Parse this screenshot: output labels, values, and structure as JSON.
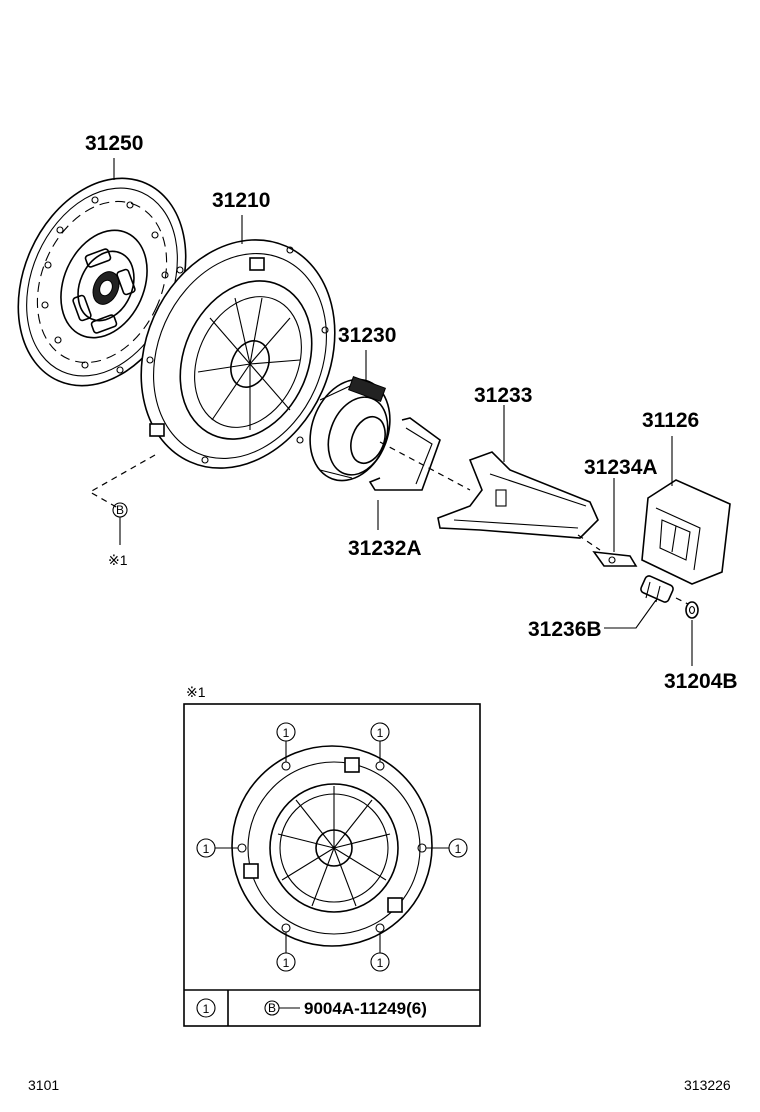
{
  "labels": {
    "clutch_disc": "31250",
    "clutch_cover": "31210",
    "release_bearing": "31230",
    "bearing_clip": "31232A",
    "release_fork": "31233",
    "fork_support": "31234A",
    "bearing_retainer": "31126",
    "fork_ball": "31236B",
    "boot": "31204B"
  },
  "refs": {
    "b_marker": "B",
    "note_marker": "※1",
    "note_marker_inset": "※1",
    "bolt_marker": "1"
  },
  "inset": {
    "legend_key": "1",
    "legend_b": "B",
    "legend_part": "9004A-11249(6)"
  },
  "footer": {
    "left_code": "3101",
    "right_code": "313226"
  }
}
